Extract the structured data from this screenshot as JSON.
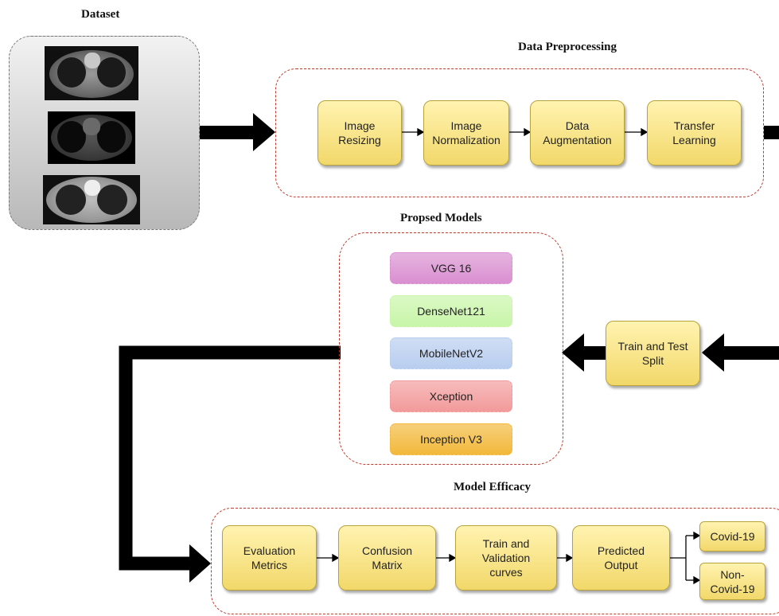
{
  "titles": {
    "dataset": "Dataset",
    "preprocessing": "Data Preprocessing",
    "models": "Propsed Models",
    "efficacy": "Model Efficacy"
  },
  "preprocessing_steps": [
    "Image\nResizing",
    "Image\nNormalization",
    "Data\nAugmentation",
    "Transfer\nLearning"
  ],
  "split_step": "Train and Test\nSplit",
  "models": [
    {
      "label": "VGG 16",
      "color": "#d98fd0"
    },
    {
      "label": "DenseNet121",
      "color": "#c8f5a8"
    },
    {
      "label": "MobileNetV2",
      "color": "#b8cdef"
    },
    {
      "label": "Xception",
      "color": "#f29a9a"
    },
    {
      "label": "Inception V3",
      "color": "#f2b83a"
    }
  ],
  "efficacy_steps": [
    "Evaluation\nMetrics",
    "Confusion\nMatrix",
    "Train and\nValidation\ncurves",
    "Predicted\nOutput"
  ],
  "outputs": [
    "Covid-19",
    "Non-\nCovid-19"
  ],
  "colors": {
    "dashed_border": "#c0392b",
    "step_fill": "#f7e48a",
    "arrow": "#000000"
  }
}
